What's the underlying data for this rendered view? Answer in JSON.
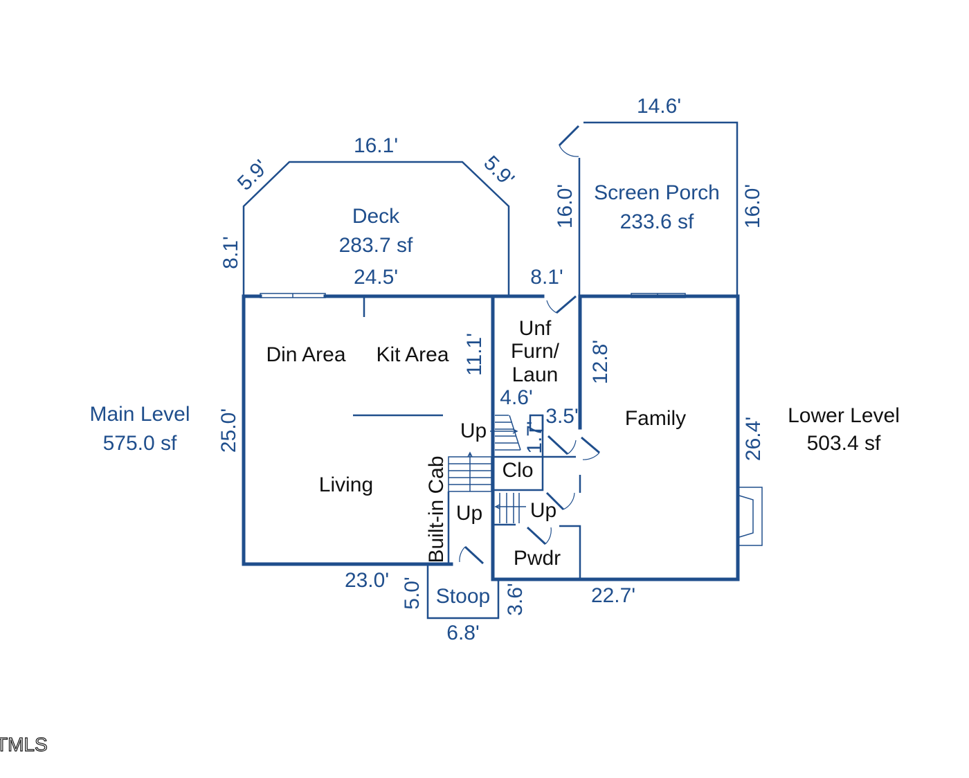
{
  "levels": {
    "main": {
      "name": "Main Level",
      "area": "575.0 sf"
    },
    "lower": {
      "name": "Lower Level",
      "area": "503.4 sf"
    }
  },
  "deck": {
    "name": "Deck",
    "area": "283.7 sf"
  },
  "porch": {
    "name": "Screen Porch",
    "area": "233.6 sf"
  },
  "rooms": {
    "din_area": "Din Area",
    "kit_area": "Kit Area",
    "unf_line1": "Unf",
    "unf_line2": "Furn/",
    "unf_line3": "Laun",
    "family": "Family",
    "living": "Living",
    "clo": "Clo",
    "pwdr": "Pwdr",
    "stoop": "Stoop",
    "built_in_cab": "Built-in Cab",
    "up_top": "Up",
    "up_left": "Up",
    "up_right": "Up"
  },
  "dimensions": {
    "deck_top": "16.1'",
    "deck_left_diag": "5.9'",
    "deck_right_diag": "5.9'",
    "deck_left": "8.1'",
    "deck_bottom": "24.5'",
    "porch_top": "14.6'",
    "porch_left": "16.0'",
    "porch_right": "16.0'",
    "laun_top": "8.1'",
    "kit_right": "11.1'",
    "family_left": "12.8'",
    "stair_top": "4.6'",
    "clo_top": "3.5'",
    "clo_side": "1.7'",
    "main_left": "25.0'",
    "lower_right": "26.4'",
    "main_bottom": "23.0'",
    "lower_bottom": "22.7'",
    "stoop_left": "5.0'",
    "stoop_right": "3.6'",
    "stoop_bottom": "6.8'"
  },
  "watermark": "TMLS",
  "colors": {
    "dimension": "#1f4e8c",
    "room_label": "#111111"
  }
}
